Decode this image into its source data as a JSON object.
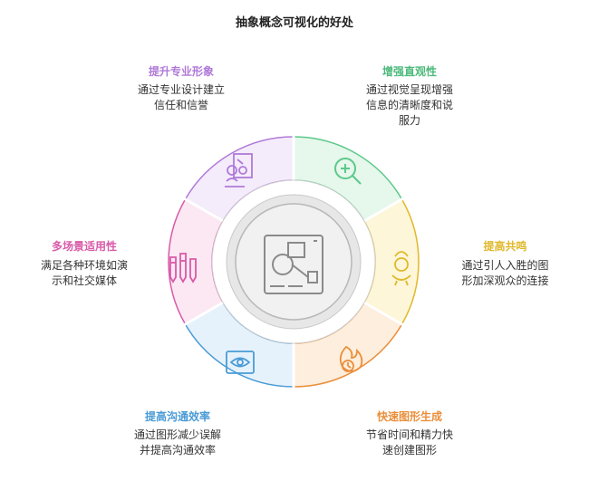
{
  "title": "抽象概念可视化的好处",
  "colors": {
    "purple": "#b07ad8",
    "green": "#5cc98a",
    "yellow": "#e7c43a",
    "orange": "#f0a050",
    "blue": "#5aa9de",
    "pink": "#e173b8",
    "center": "#9a9a9a"
  },
  "segments": [
    {
      "id": "professional",
      "label": "提升专业形象",
      "desc": "通过专业设计建立\n信任和信誉",
      "icon": "presentation-icon",
      "color": "#b07ad8"
    },
    {
      "id": "intuitive",
      "label": "增强直观性",
      "desc": "通过视觉呈现增强\n信息的清晰度和说\n服力",
      "icon": "magnifier-icon",
      "color": "#5cc98a"
    },
    {
      "id": "resonance",
      "label": "提高共鸣",
      "desc": "通过引人入胜的图\n形加深观众的连接",
      "icon": "character-icon",
      "color": "#e0b82a"
    },
    {
      "id": "fast",
      "label": "快速图形生成",
      "desc": "节省时间和精力快\n速创建图形",
      "icon": "fire-clock-icon",
      "color": "#ea8e3a"
    },
    {
      "id": "communication",
      "label": "提高沟通效率",
      "desc": "通过图形减少误解\n并提高沟通效率",
      "icon": "eye-frame-icon",
      "color": "#4a9bd6"
    },
    {
      "id": "multi",
      "label": "多场景适用性",
      "desc": "满足各种环境如演\n示和社交媒体",
      "icon": "tools-icon",
      "color": "#d85aa8"
    }
  ]
}
